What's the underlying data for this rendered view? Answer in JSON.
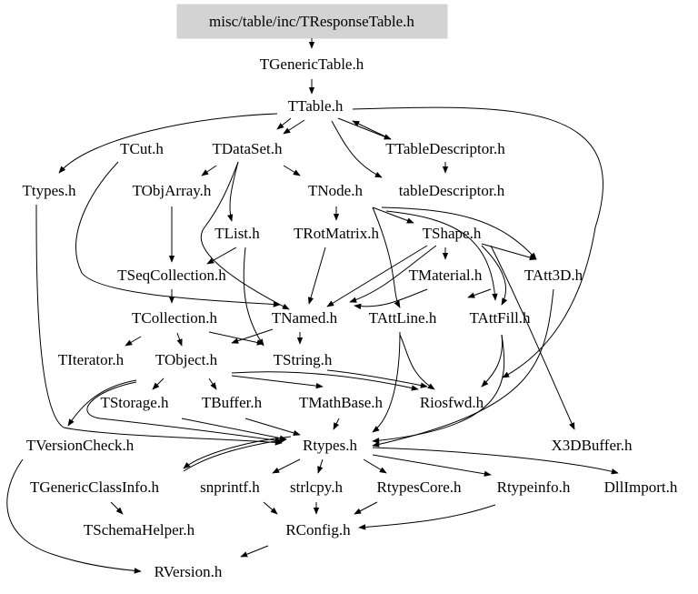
{
  "root": "misc/table/inc/TResponseTable.h",
  "nodes": {
    "TResponseTable": "misc/table/inc/TResponseTable.h",
    "TGenericTable": "TGenericTable.h",
    "TTable": "TTable.h",
    "TCut": "TCut.h",
    "TDataSet": "TDataSet.h",
    "TTableDescriptor": "TTableDescriptor.h",
    "Ttypes": "Ttypes.h",
    "TObjArray": "TObjArray.h",
    "TNode": "TNode.h",
    "tableDescriptor": "tableDescriptor.h",
    "TList": "TList.h",
    "TRotMatrix": "TRotMatrix.h",
    "TShape": "TShape.h",
    "TSeqCollection": "TSeqCollection.h",
    "TMaterial": "TMaterial.h",
    "TAtt3D": "TAtt3D.h",
    "TCollection": "TCollection.h",
    "TNamed": "TNamed.h",
    "TAttLine": "TAttLine.h",
    "TAttFill": "TAttFill.h",
    "TIterator": "TIterator.h",
    "TObject": "TObject.h",
    "TString": "TString.h",
    "TStorage": "TStorage.h",
    "TBuffer": "TBuffer.h",
    "TMathBase": "TMathBase.h",
    "Riosfwd": "Riosfwd.h",
    "TVersionCheck": "TVersionCheck.h",
    "Rtypes": "Rtypes.h",
    "X3DBuffer": "X3DBuffer.h",
    "TGenericClassInfo": "TGenericClassInfo.h",
    "snprintf": "snprintf.h",
    "strlcpy": "strlcpy.h",
    "RtypesCore": "RtypesCore.h",
    "Rtypeinfo": "Rtypeinfo.h",
    "DllImport": "DllImport.h",
    "TSchemaHelper": "TSchemaHelper.h",
    "RConfig": "RConfig.h",
    "RVersion": "RVersion.h"
  }
}
